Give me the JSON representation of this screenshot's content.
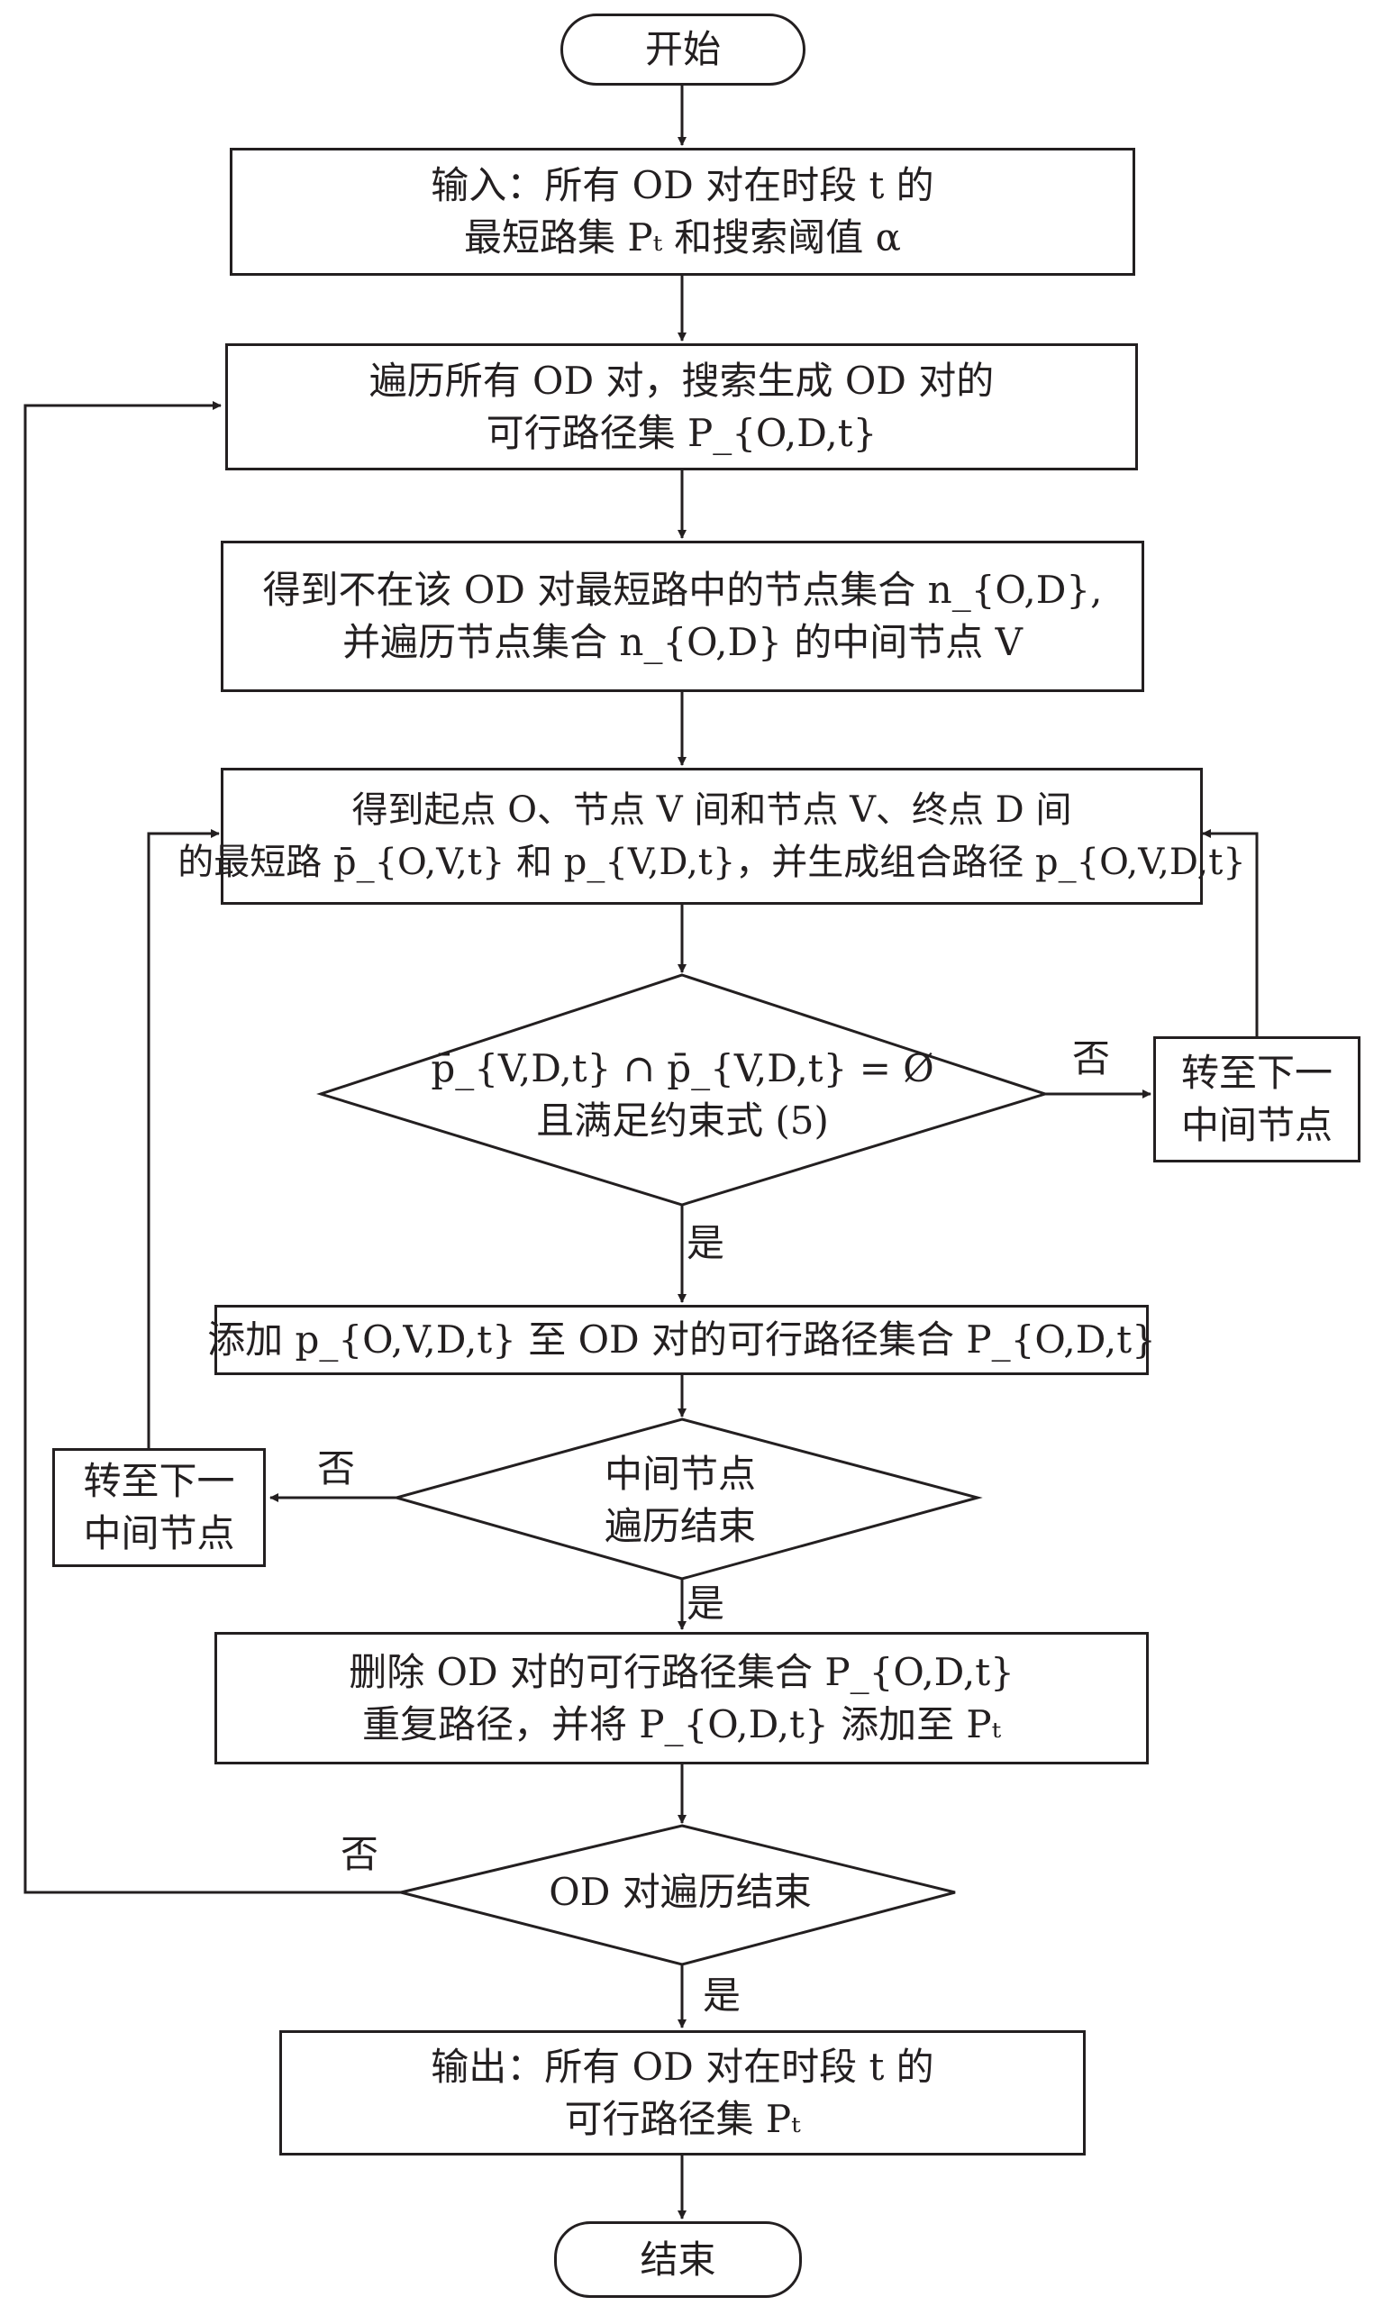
{
  "flowchart": {
    "start": "开始",
    "input": [
      "输入：所有 OD 对在时段 t 的",
      "最短路集 Pₜ 和搜索阈值 α"
    ],
    "traverse_od": [
      "遍历所有 OD 对，搜索生成 OD 对的",
      "可行路径集 P_{O,D,t}"
    ],
    "get_nodes": [
      "得到不在该 OD 对最短路中的节点集合 n_{O,D},",
      "并遍历节点集合 n_{O,D} 的中间节点 V"
    ],
    "shortest_paths": [
      "得到起点 O、节点 V 间和节点 V、终点 D 间",
      "的最短路 p̄_{O,V,t} 和 p_{V,D,t}，并生成组合路径 p_{O,V,D,t}"
    ],
    "decision_constraint": [
      "p̄_{V,D,t} ∩ p̄_{V,D,t} = Ø",
      "且满足约束式 (5)"
    ],
    "next_node_right": [
      "转至下一",
      "中间节点"
    ],
    "add_path": "添加 p_{O,V,D,t} 至 OD 对的可行路径集合 P_{O,D,t}",
    "decision_nodes_done": [
      "中间节点",
      "遍历结束"
    ],
    "next_node_left": [
      "转至下一",
      "中间节点"
    ],
    "delete_dup": [
      "删除 OD 对的可行路径集合 P_{O,D,t}",
      "重复路径，并将 P_{O,D,t} 添加至 Pₜ"
    ],
    "decision_od_done": "OD 对遍历结束",
    "output": [
      "输出：所有 OD 对在时段 t 的",
      "可行路径集 Pₜ"
    ],
    "end": "结束",
    "yes": "是",
    "no": "否"
  },
  "colors": {
    "stroke": "#231f20",
    "fill": "#ffffff"
  }
}
